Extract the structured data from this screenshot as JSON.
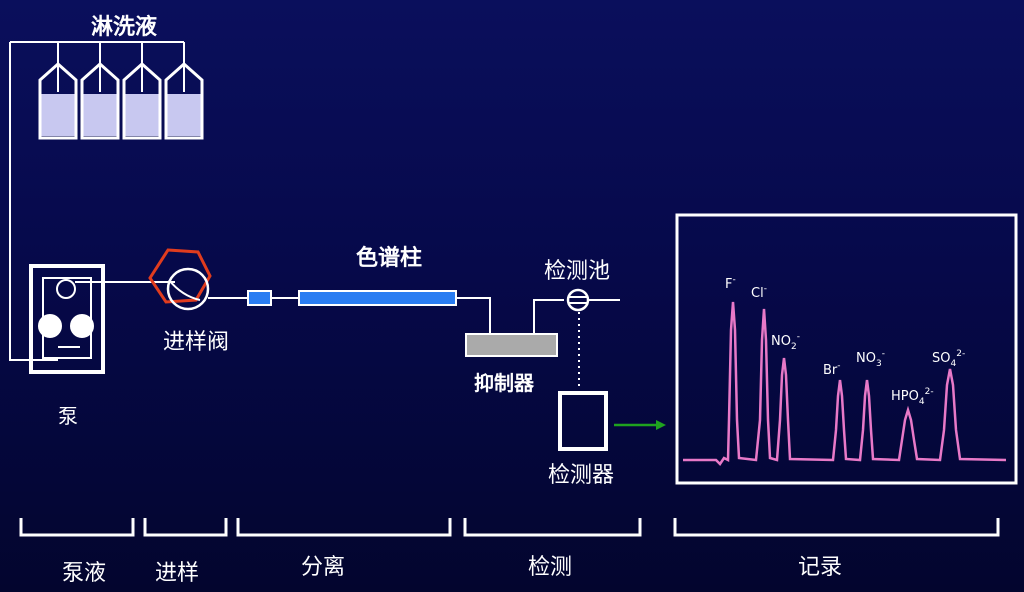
{
  "labels": {
    "eluent": "淋洗液",
    "pump": "泵",
    "injector": "进样阀",
    "column": "色谱柱",
    "cell": "检测池",
    "suppressor": "抑制器",
    "detector": "检测器"
  },
  "stages": [
    "泵液",
    "进样",
    "分离",
    "检测",
    "记录"
  ],
  "ions": [
    {
      "base": "F",
      "sub": "",
      "sup": "-"
    },
    {
      "base": "Cl",
      "sub": "",
      "sup": "-"
    },
    {
      "base": "NO",
      "sub": "2",
      "sup": "-"
    },
    {
      "base": "Br",
      "sub": "",
      "sup": "-"
    },
    {
      "base": "NO",
      "sub": "3",
      "sup": "-"
    },
    {
      "base": "HPO",
      "sub": "4",
      "sup": "2-"
    },
    {
      "base": "SO",
      "sub": "4",
      "sup": "2-"
    }
  ],
  "colors": {
    "line": "#ffffff",
    "bottle_fill": "#c8c8f0",
    "column_fill": "#2a7df2",
    "suppressor_fill": "#aaaaaa",
    "valve_hex": "#e03c1e",
    "arrow": "#1fa31f",
    "trace": "#e879c8"
  }
}
